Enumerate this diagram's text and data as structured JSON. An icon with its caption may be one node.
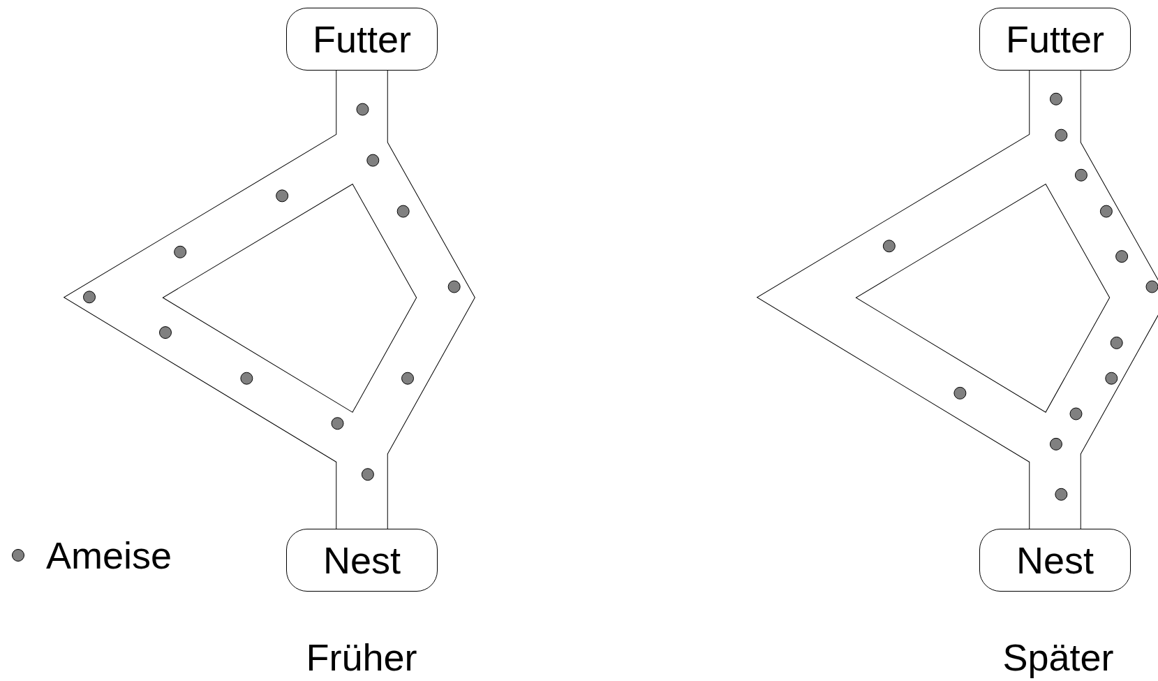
{
  "diagram": {
    "nodes": [
      {
        "text": [
          "Futter"
        ]
      },
      {
        "text": [
          "Futter"
        ]
      },
      {
        "text": [
          "Nest"
        ]
      },
      {
        "text": [
          "Nest"
        ]
      }
    ],
    "labels": [
      "Früher",
      "Später"
    ],
    "legend": [
      {
        "text": "Ameise"
      }
    ]
  }
}
